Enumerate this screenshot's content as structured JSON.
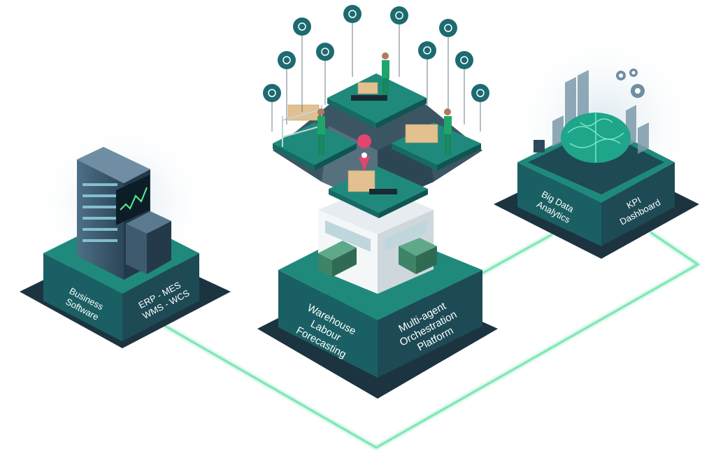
{
  "blocks": {
    "left": {
      "side_label": "Business\nSoftware",
      "front_label": "ERP - MES\nWMS - WCS"
    },
    "center": {
      "side_label": "Warehouse\nLabour\nForecasting",
      "front_label": "Multi-agent\nOrchestration\nPlatform"
    },
    "right": {
      "side_label": "Big Data\nAnalytics",
      "front_label": "KPI\nDashboard"
    }
  },
  "pins": [
    {
      "icon": "headset-icon"
    },
    {
      "icon": "location-icon"
    },
    {
      "icon": "fingerprint-icon"
    },
    {
      "icon": "handheld-scanner-icon"
    },
    {
      "icon": "robot-vehicle-icon"
    },
    {
      "icon": "camera-icon"
    },
    {
      "icon": "sensor-icon"
    },
    {
      "icon": "rfid-tag-icon"
    },
    {
      "icon": "tablet-icon"
    },
    {
      "icon": "hand-scan-icon"
    }
  ],
  "colors": {
    "teal_top": "#1f8a7c",
    "teal_side": "#1a5f63",
    "navy_front": "#1d4a55",
    "shadow": "#1c3440",
    "glow_line": "#7fe6b6",
    "pin_circle": "#1d6b70"
  }
}
